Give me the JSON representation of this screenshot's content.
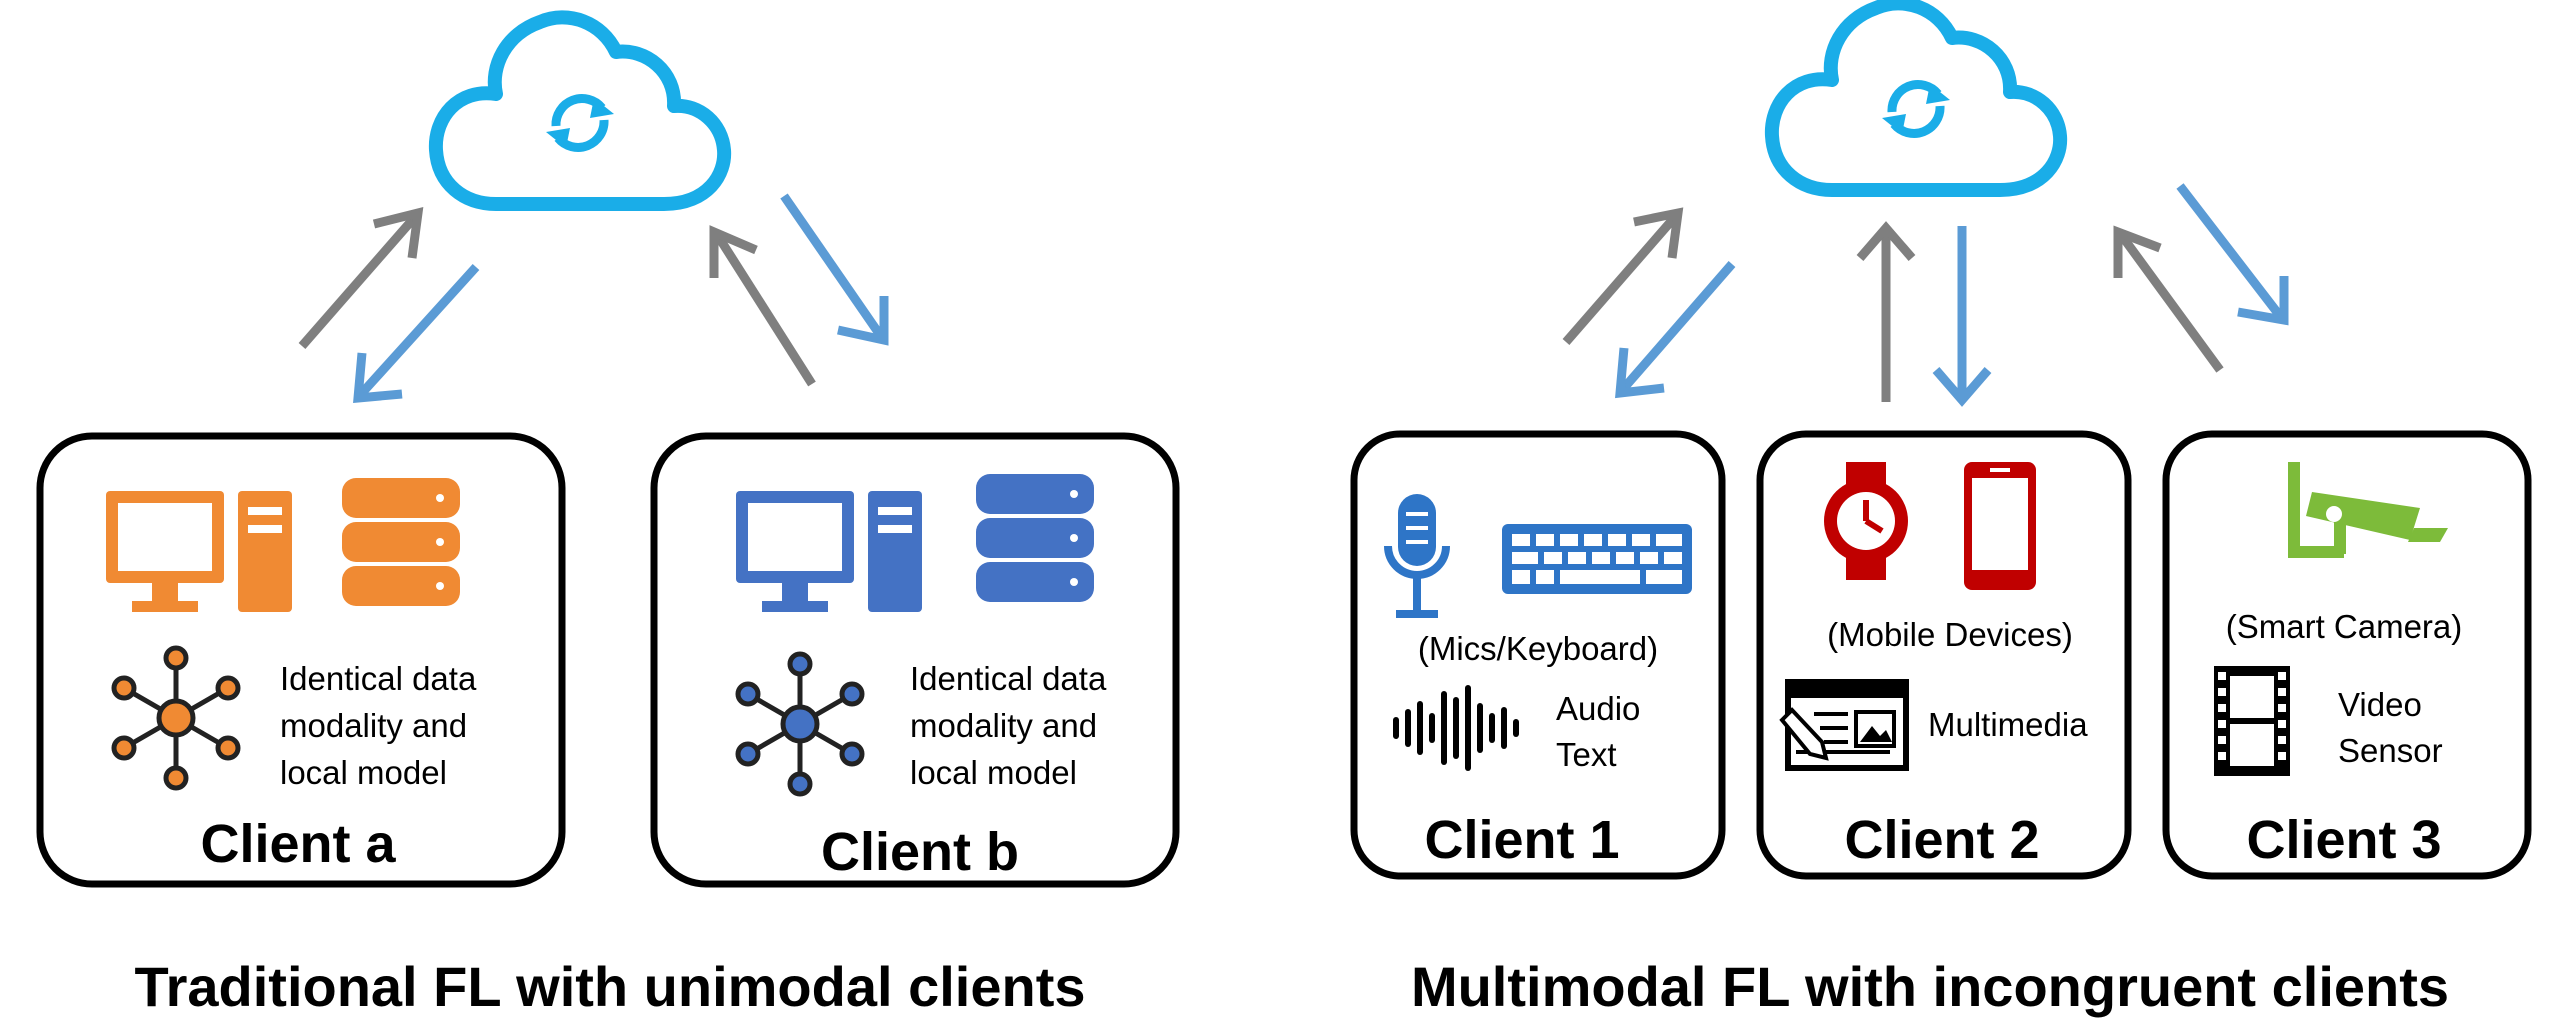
{
  "panels": {
    "traditional": {
      "caption": "Traditional FL with unimodal clients",
      "clients": [
        {
          "title": "Client a",
          "desc_lines": [
            "Identical data",
            "modality and",
            "local model"
          ],
          "color": "#F08A33"
        },
        {
          "title": "Client b",
          "desc_lines": [
            "Identical data",
            "modality and",
            "local model"
          ],
          "color": "#4472C4"
        }
      ]
    },
    "multimodal": {
      "caption": "Multimodal FL with incongruent clients",
      "clients": [
        {
          "title": "Client 1",
          "device_label": "(Mics/Keyboard)",
          "modality_lines": [
            "Audio",
            "Text"
          ],
          "color": "#2E75C7"
        },
        {
          "title": "Client 2",
          "device_label": "(Mobile Devices)",
          "modality_lines": [
            "Multimedia"
          ],
          "color": "#C00000"
        },
        {
          "title": "Client 3",
          "device_label": "(Smart Camera)",
          "modality_lines": [
            "Video",
            "Sensor"
          ],
          "color": "#7DBB3A"
        }
      ]
    }
  },
  "colors": {
    "cloud": "#1AADE8",
    "upload_arrow": "#7F7F7F",
    "download_arrow": "#5B9BD5",
    "box_border": "#000000"
  },
  "icons": [
    "cloud-sync-icon",
    "desktop-computer-icon",
    "database-icon",
    "network-node-icon",
    "microphone-icon",
    "keyboard-icon",
    "smartwatch-icon",
    "smartphone-icon",
    "audio-waveform-icon",
    "multimedia-document-icon",
    "security-camera-icon",
    "film-strip-icon"
  ]
}
